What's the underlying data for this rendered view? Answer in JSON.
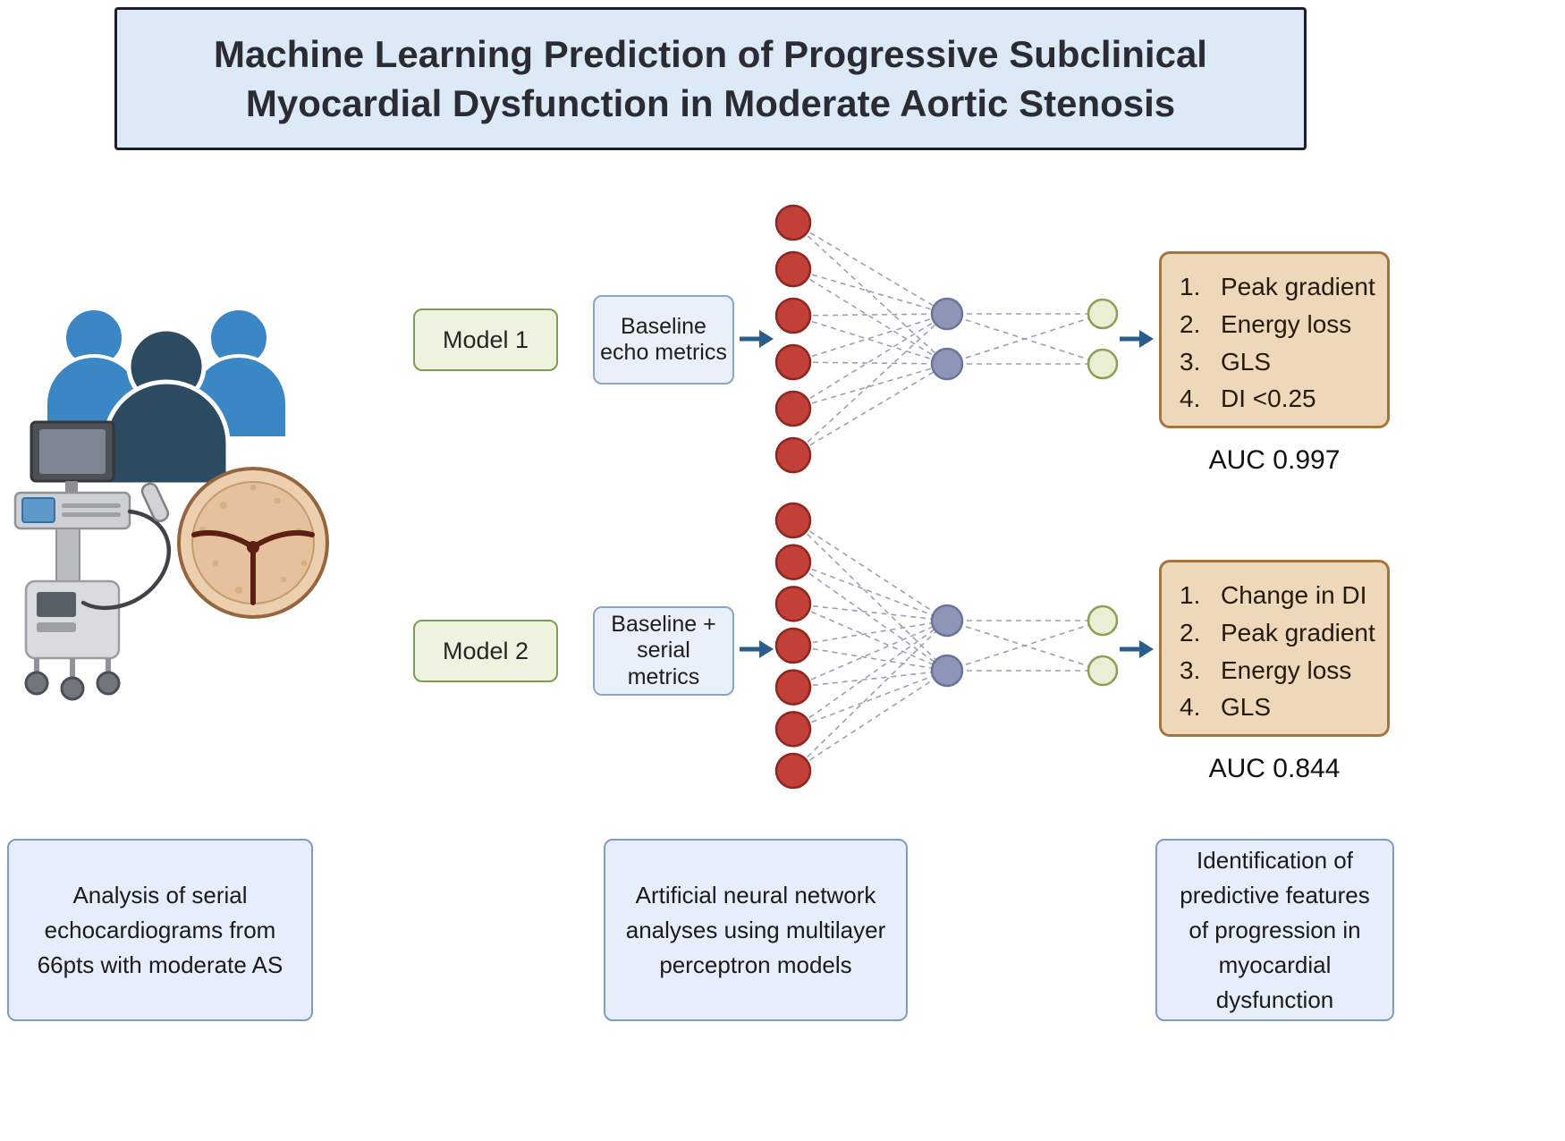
{
  "title": "Machine Learning Prediction of Progressive Subclinical Myocardial Dysfunction in Moderate Aortic Stenosis",
  "models": [
    {
      "label": "Model 1",
      "input_label": "Baseline echo metrics",
      "network": {
        "input_nodes": 6,
        "hidden_nodes": 2,
        "output_nodes": 2
      },
      "results": [
        "Peak gradient",
        "Energy loss",
        "GLS",
        "DI <0.25"
      ],
      "auc": "AUC 0.997"
    },
    {
      "label": "Model 2",
      "input_label": "Baseline + serial metrics",
      "network": {
        "input_nodes": 7,
        "hidden_nodes": 2,
        "output_nodes": 2
      },
      "results": [
        "Change in DI",
        "Peak gradient",
        "Energy loss",
        "GLS"
      ],
      "auc": "AUC 0.844"
    }
  ],
  "bottom_boxes": [
    "Analysis of serial echocardiograms from 66pts with moderate AS",
    "Artificial neural network analyses using multilayer perceptron models",
    "Identification of predictive features of progression in myocardial dysfunction"
  ],
  "illustration_items": [
    "patient-group",
    "ultrasound-machine",
    "aortic-valve"
  ],
  "colors": {
    "input_node": "#c24038",
    "input_node_border": "#8c2722",
    "hidden_node": "#8e96b8",
    "hidden_node_border": "#6a739a",
    "output_node": "#e9efd5",
    "output_node_border": "#8aa054",
    "connection": "#9aa2b2",
    "arrow": "#2a5d8c",
    "title_bg": "#dce9f6",
    "model_box_bg": "#edf3df",
    "metric_box_bg": "#e9f0fa",
    "results_box_bg": "#edd9ba",
    "bottom_box_bg": "#e7eefb"
  }
}
